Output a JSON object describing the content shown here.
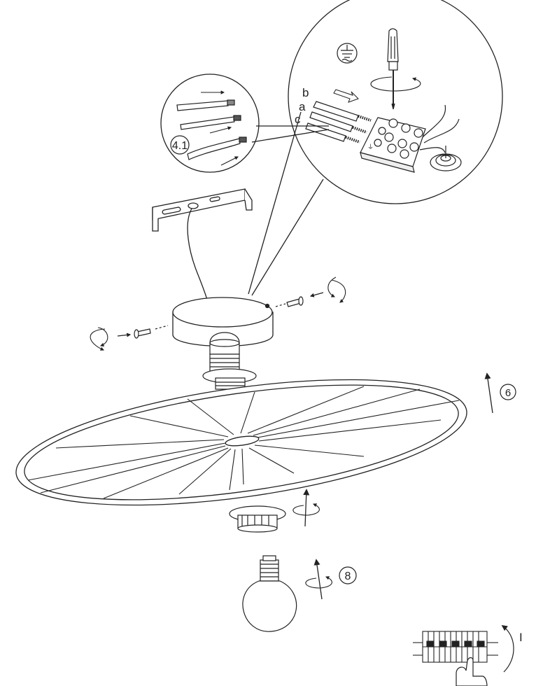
{
  "labels": {
    "step_41": "4.1",
    "step_6": "6",
    "step_8": "8",
    "wire_b": "b",
    "wire_a": "a",
    "wire_c": "c",
    "switch_mark": "I"
  },
  "colors": {
    "stroke": "#222222",
    "background": "#ffffff",
    "shade": "#bbbbbb"
  },
  "icons": {
    "screwdriver": "screwdriver-icon",
    "rotation": "rotation-arrow-icon",
    "hand": "hand-icon",
    "earth": "earth-symbol-icon"
  }
}
